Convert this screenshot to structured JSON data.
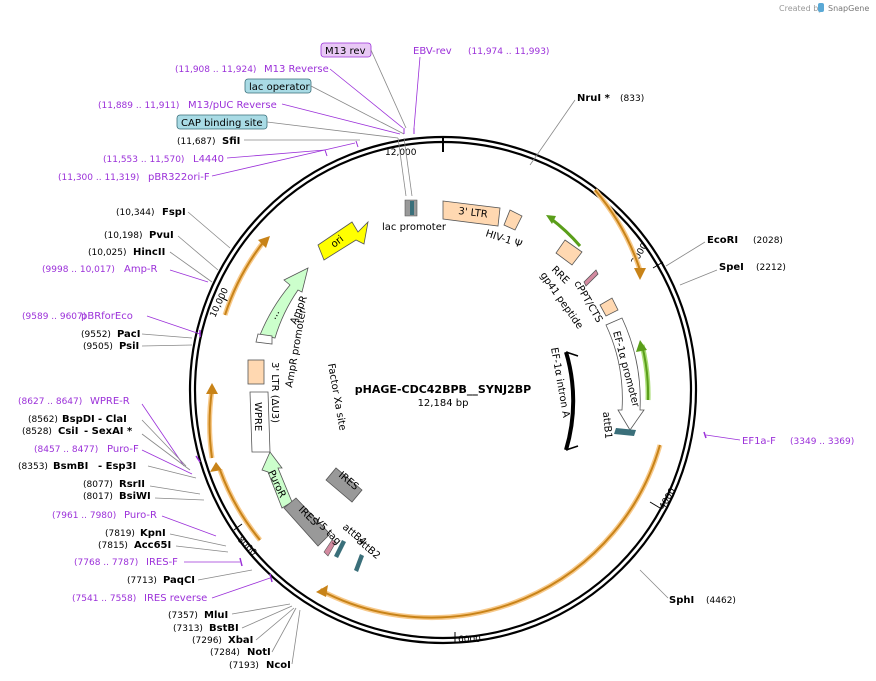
{
  "credit": {
    "prefix": "Created by",
    "brand": "SnapGene"
  },
  "plasmid": {
    "name": "pHAGE-CDC42BPB__SYNJ2BP",
    "size": "12,184 bp"
  },
  "ticks": [
    "12,000",
    "2000",
    "4000",
    "6000",
    "8000",
    "10,000"
  ],
  "enzymes": [
    {
      "name": "NruI *",
      "pos": "(833)"
    },
    {
      "name": "EcoRI",
      "pos": "(2028)"
    },
    {
      "name": "SpeI",
      "pos": "(2212)"
    },
    {
      "name": "SphI",
      "pos": "(4462)"
    },
    {
      "name": "NcoI",
      "pos": "(7193)"
    },
    {
      "name": "NotI",
      "pos": "(7284)"
    },
    {
      "name": "XbaI",
      "pos": "(7296)"
    },
    {
      "name": "BstBI",
      "pos": "(7313)"
    },
    {
      "name": "MluI",
      "pos": "(7357)"
    },
    {
      "name": "PaqCI",
      "pos": "(7713)"
    },
    {
      "name": "Acc65I",
      "pos": "(7815)"
    },
    {
      "name": "KpnI",
      "pos": "(7819)"
    },
    {
      "name": "BsiWI",
      "pos": "(8017)"
    },
    {
      "name": "RsrII",
      "pos": "(8077)"
    },
    {
      "name": "BsmBI",
      "pos": "(8353)",
      "extra": "- Esp3I"
    },
    {
      "name": "CsiI",
      "pos": "(8528)",
      "extra": "- SexAI *"
    },
    {
      "name": "BspDI",
      "pos": "(8562)",
      "extra": "- ClaI"
    },
    {
      "name": "PsiI",
      "pos": "(9505)"
    },
    {
      "name": "PacI",
      "pos": "(9552)"
    },
    {
      "name": "HincII",
      "pos": "(10,025)"
    },
    {
      "name": "PvuI",
      "pos": "(10,198)"
    },
    {
      "name": "FspI",
      "pos": "(10,344)"
    },
    {
      "name": "SfiI",
      "pos": "(11,687)"
    }
  ],
  "primers": [
    {
      "name": "EBV-rev",
      "pos": "(11,974 .. 11,993)"
    },
    {
      "name": "M13 Reverse",
      "pos": "(11,908 .. 11,924)"
    },
    {
      "name": "M13/pUC Reverse",
      "pos": "(11,889 .. 11,911)"
    },
    {
      "name": "L4440",
      "pos": "(11,553 .. 11,570)"
    },
    {
      "name": "pBR322ori-F",
      "pos": "(11,300 .. 11,319)"
    },
    {
      "name": "Amp-R",
      "pos": "(9998 .. 10,017)"
    },
    {
      "name": "pBRforEco",
      "pos": "(9589 .. 9607)"
    },
    {
      "name": "WPRE-R",
      "pos": "(8627 .. 8647)"
    },
    {
      "name": "Puro-F",
      "pos": "(8457 .. 8477)"
    },
    {
      "name": "Puro-R",
      "pos": "(7961 .. 7980)"
    },
    {
      "name": "IRES-F",
      "pos": "(7768 .. 7787)"
    },
    {
      "name": "IRES reverse",
      "pos": "(7541 .. 7558)"
    },
    {
      "name": "EF1a-F",
      "pos": "(3349 .. 3369)"
    }
  ],
  "boxed_labels": {
    "m13rev": "M13 rev",
    "lac_operator": "lac operator",
    "cap": "CAP binding site"
  },
  "features": {
    "lac_promoter": "lac promoter",
    "ltr3": "3' LTR",
    "hiv": "HIV-1 Ψ",
    "rre": "RRE",
    "gp41": "gp41 peptide",
    "cppt": "cPPT/CTS",
    "ef1a_promoter": "EF-1α promoter",
    "ef1a_intron": "EF-1α intron A",
    "attb1": "attB1",
    "ori": "ori",
    "ampr": "AmpR",
    "ampr_promoter": "AmpR promoter",
    "ltr3_du3": "3' LTR (ΔU3)",
    "wpre": "WPRE",
    "factor_xa": "Factor Xa site",
    "puror": "PuroR",
    "ires1": "IRES",
    "ires2": "IRES",
    "v5": "V5 tag",
    "attb4": "attB4",
    "attb2": "attB2"
  },
  "colors": {
    "primer": "#9b30d9",
    "orf_arrow": "#f7a934",
    "ori": "#ffff00",
    "ampr": "#ccffcc",
    "ltr": "#ffd8b1",
    "gray": "#999999",
    "teal": "#3a6f7a"
  }
}
